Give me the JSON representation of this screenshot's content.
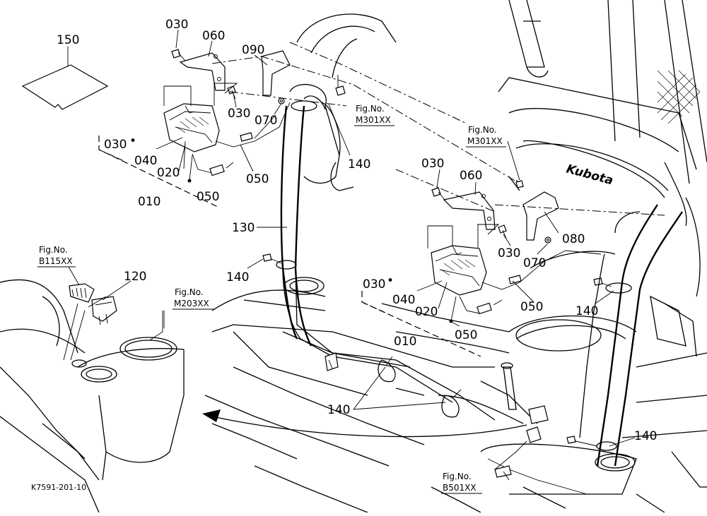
{
  "figure_id": "K7591-201-10",
  "labels": {
    "n150": "150",
    "n030a": "030",
    "n060a": "060",
    "n090": "090",
    "n030b": "030",
    "n070a": "070",
    "n030c": "030",
    "n040a": "040",
    "n020a": "020",
    "n050a": "050",
    "n050b": "050",
    "n010a": "010",
    "n140a": "140",
    "n130": "130",
    "n140b": "140",
    "n030d": "030",
    "n060b": "060",
    "n080": "080",
    "n030e": "030",
    "n070b": "070",
    "n030f": "030",
    "n040b": "040",
    "n020b": "020",
    "n050c": "050",
    "n050d": "050",
    "n010b": "010",
    "n140c": "140",
    "n120": "120",
    "n140d": "140",
    "n140e": "140"
  },
  "refs": {
    "m301a_top": "Fig.No.",
    "m301a_bot": "M301XX",
    "m301b_top": "Fig.No.",
    "m301b_bot": "M301XX",
    "b115_top": "Fig.No.",
    "b115_bot": "B115XX",
    "m203_top": "Fig.No.",
    "m203_bot": "M203XX",
    "b501_top": "Fig.No.",
    "b501_bot": "B501XX"
  },
  "brand_text": "Kubota",
  "dot": "•"
}
